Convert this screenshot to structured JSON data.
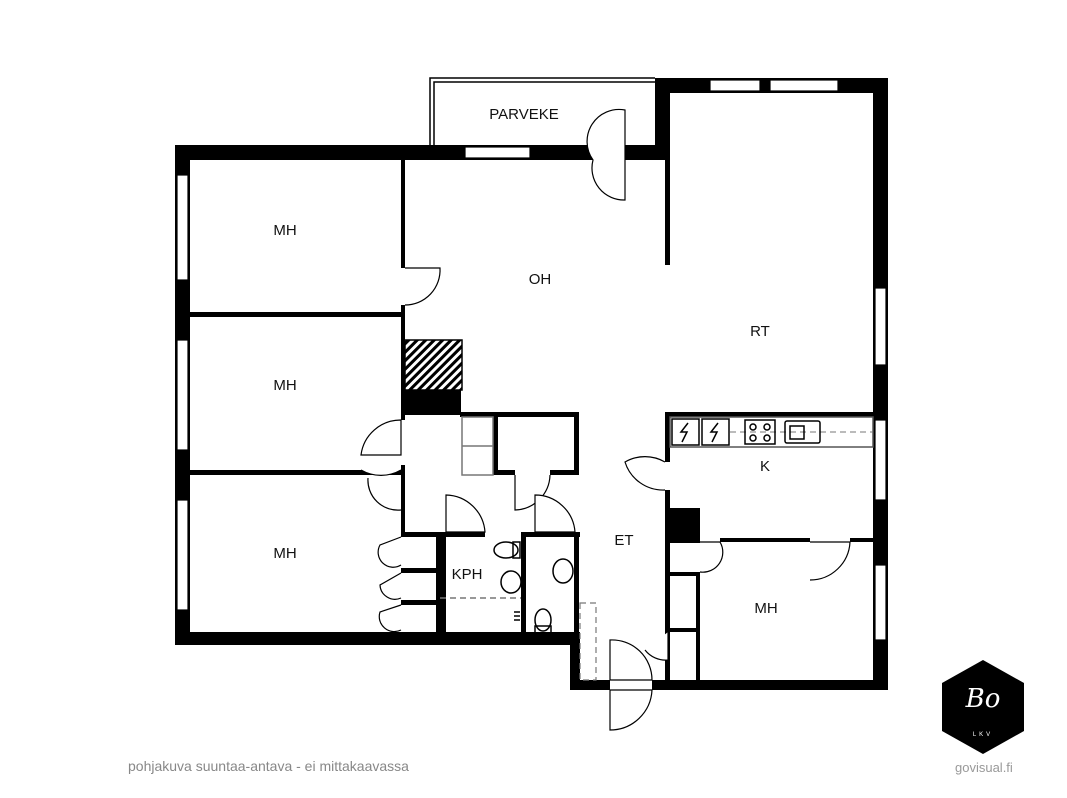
{
  "rooms": {
    "balcony": "PARVEKE",
    "bedroom_1": "MH",
    "bedroom_2": "MH",
    "bedroom_3": "MH",
    "bedroom_4": "MH",
    "living_room": "OH",
    "kitchen_dining": "RT",
    "kitchen": "K",
    "bathroom": "KPH",
    "hallway": "ET"
  },
  "caption": "pohjakuva suuntaa-antava - ei mittakaavassa",
  "credit": "govisual.fi",
  "logo": {
    "mark": "Bo",
    "subtitle": "LKV"
  }
}
